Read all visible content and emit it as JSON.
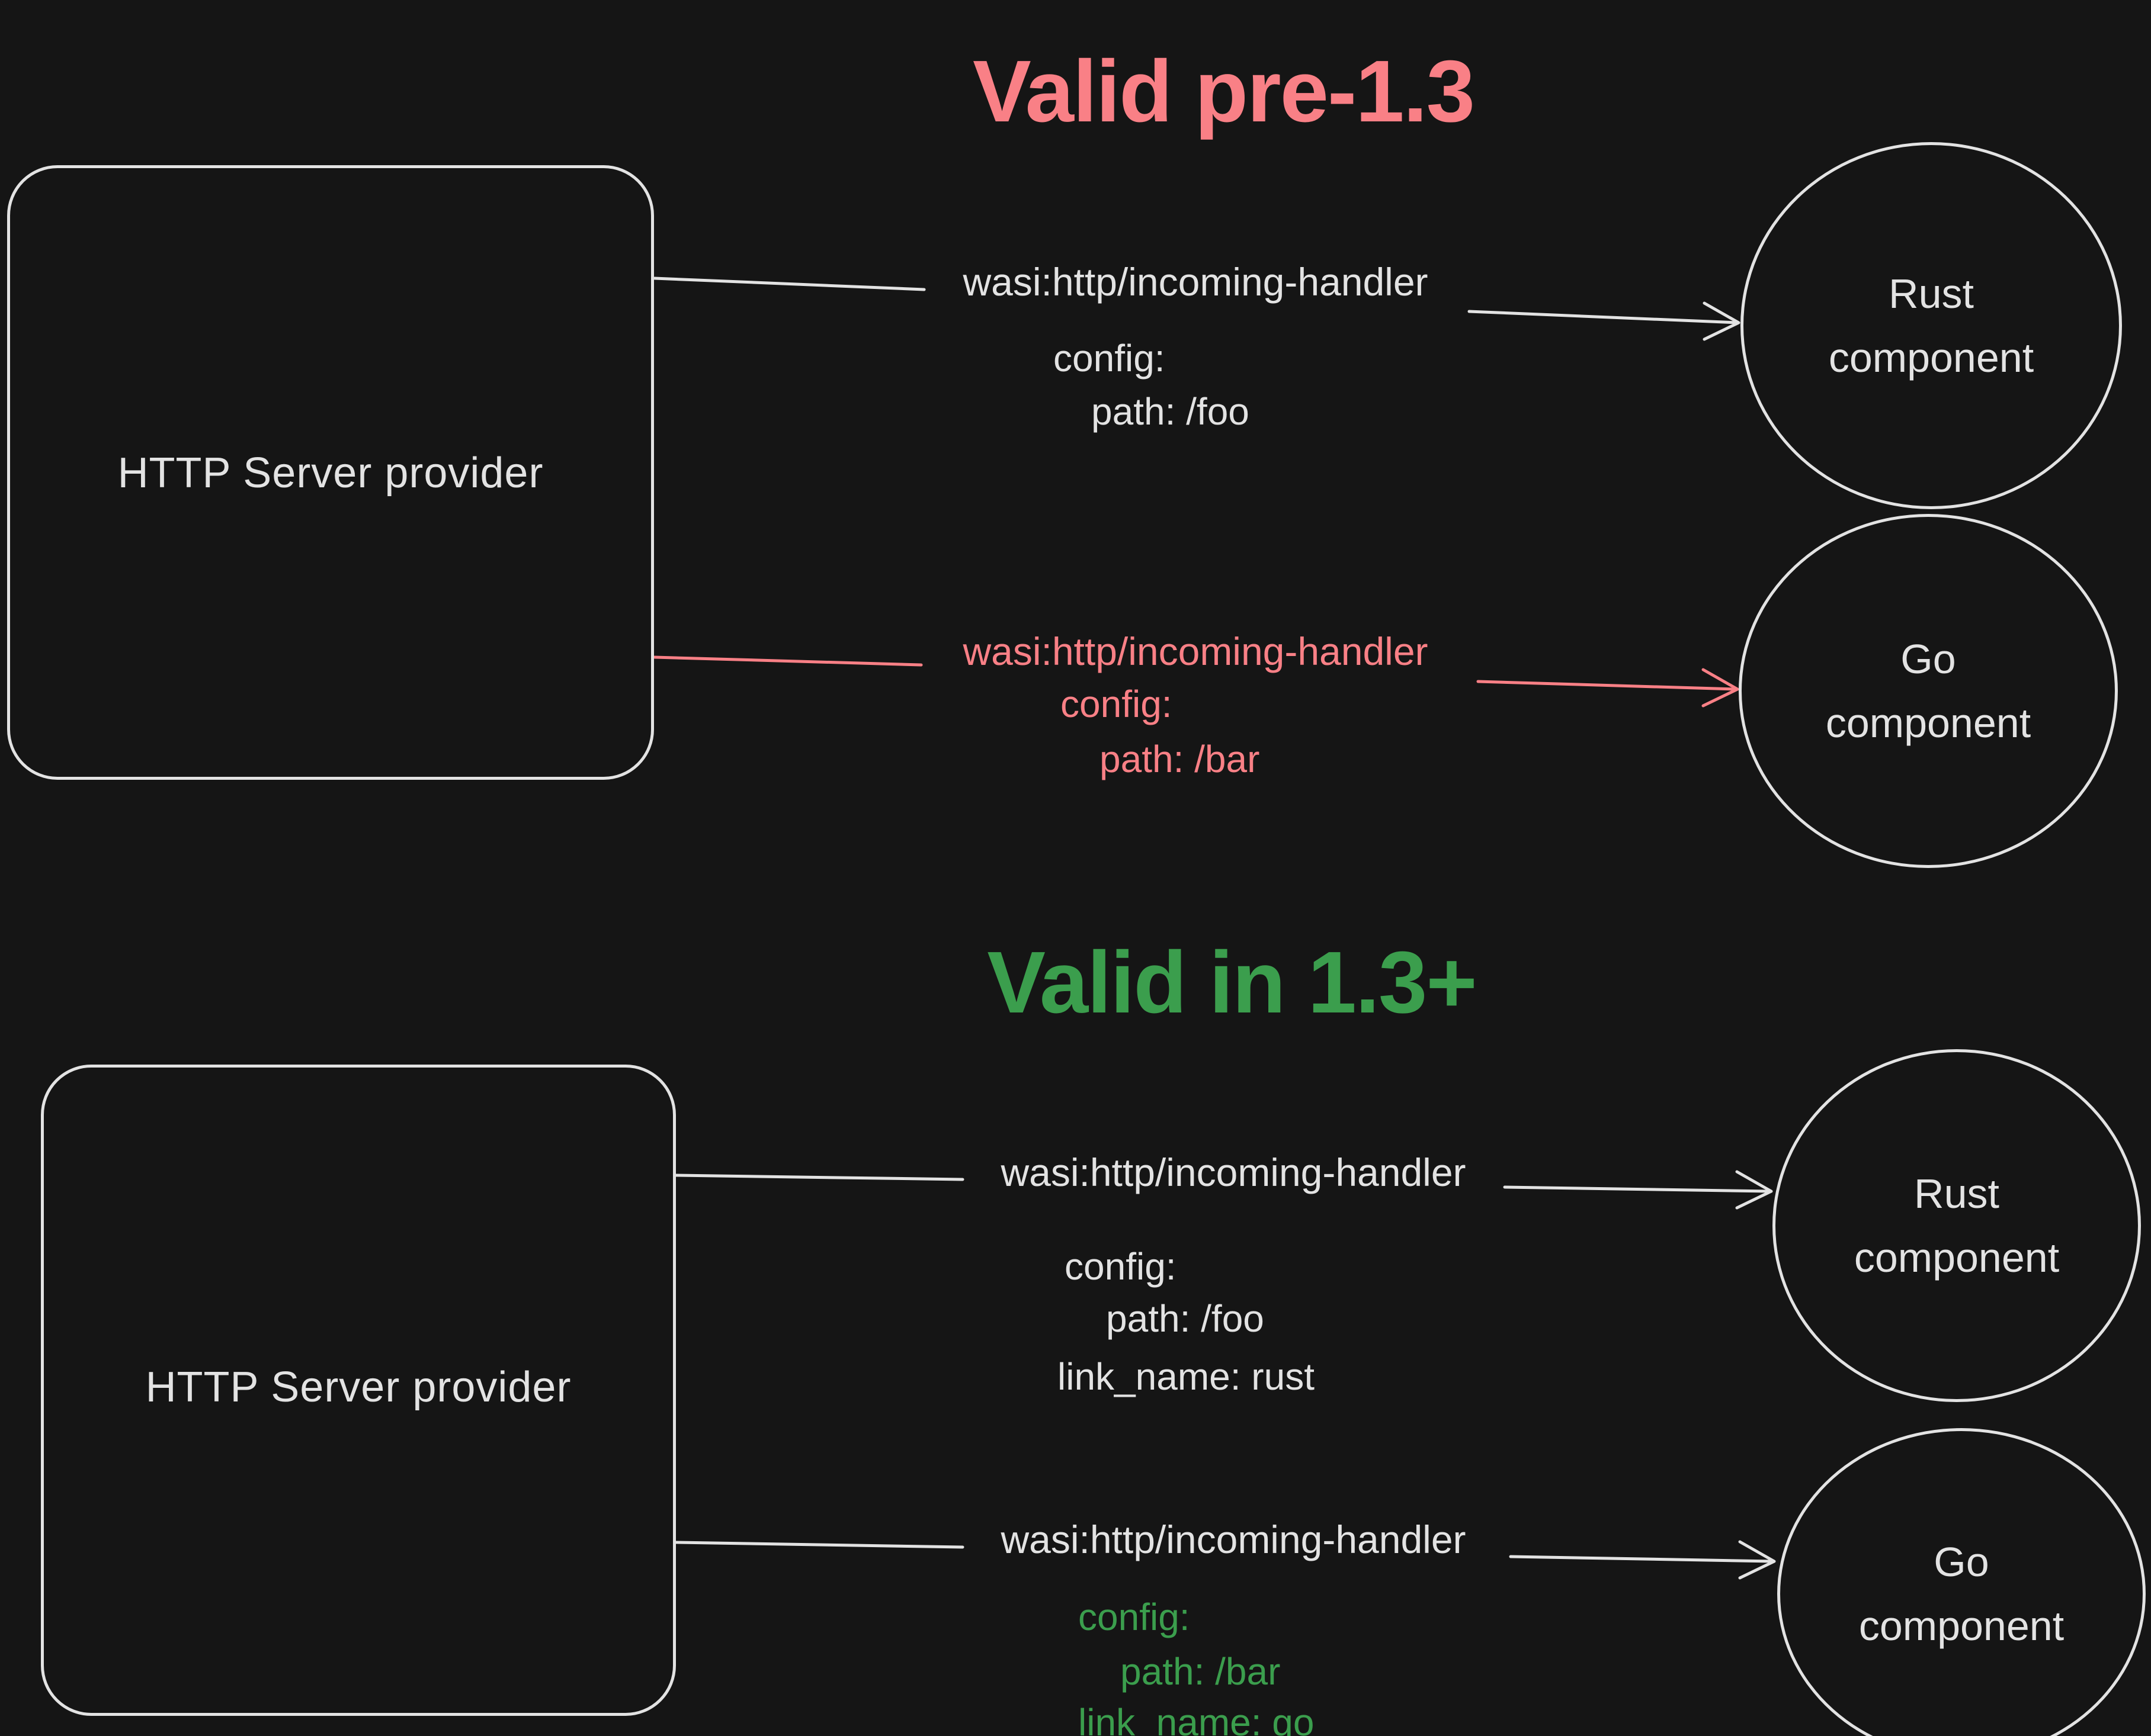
{
  "colors": {
    "background": "#151515",
    "stroke": "#e3e3e3",
    "red": "#f98086",
    "green": "#3b9e4d"
  },
  "s1": {
    "title": "Valid pre-1.3",
    "box": "HTTP Server provider",
    "e1": {
      "iface": "wasi:http/incoming-handler",
      "l1": "config:",
      "l2": "path: /foo"
    },
    "e2": {
      "iface": "wasi:http/incoming-handler",
      "l1": "config:",
      "l2": "path: /bar"
    },
    "c1a": "Rust",
    "c1b": "component",
    "c2a": "Go",
    "c2b": "component"
  },
  "s2": {
    "title": "Valid in 1.3+",
    "box": "HTTP Server provider",
    "e1": {
      "iface": "wasi:http/incoming-handler",
      "l1": "config:",
      "l2": "path: /foo",
      "l3": "link_name: rust"
    },
    "e2": {
      "iface": "wasi:http/incoming-handler",
      "l1": "config:",
      "l2": "path: /bar",
      "l3": "link_name: go"
    },
    "c1a": "Rust",
    "c1b": "component",
    "c2a": "Go",
    "c2b": "component"
  }
}
